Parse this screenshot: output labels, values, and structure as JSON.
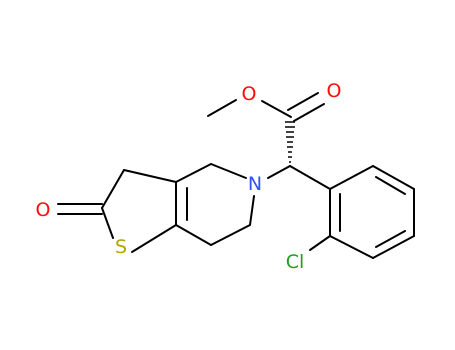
{
  "molecule": {
    "atoms": {
      "ester_oxygen": "O",
      "carbonyl_oxygen": "O",
      "lactone_oxygen": "O",
      "nitrogen": "N",
      "sulfur": "S",
      "chlorine": "Cl"
    }
  },
  "colors": {
    "bond": "#000000",
    "oxygen": "#ff0d0d",
    "nitrogen": "#3050f8",
    "sulfur": "#b2a500",
    "chlorine": "#1fa01f",
    "background": "#ffffff"
  }
}
